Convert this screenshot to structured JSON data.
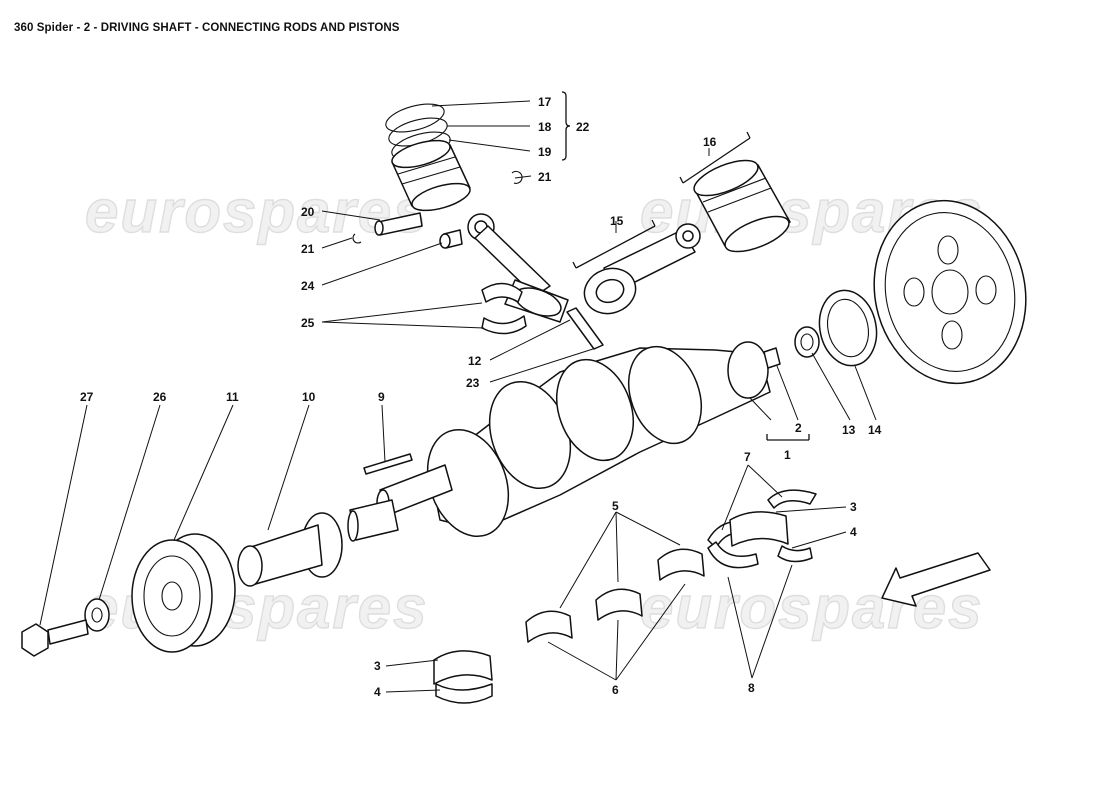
{
  "title": "360 Spider - 2 - DRIVING SHAFT - CONNECTING RODS AND PISTONS",
  "watermark": "eurospares",
  "colors": {
    "line": "#111111",
    "watermark": "#dedede",
    "background": "#ffffff"
  },
  "icons": {
    "direction_arrow": "arrow-down-left-icon"
  },
  "callouts": {
    "c1": "1",
    "c2": "2",
    "c3a": "3",
    "c3b": "3",
    "c4a": "4",
    "c4b": "4",
    "c5": "5",
    "c6": "6",
    "c7": "7",
    "c8": "8",
    "c9": "9",
    "c10": "10",
    "c11": "11",
    "c12": "12",
    "c13": "13",
    "c14": "14",
    "c15": "15",
    "c16": "16",
    "c17": "17",
    "c18": "18",
    "c19": "19",
    "c20": "20",
    "c21a": "21",
    "c21b": "21",
    "c22": "22",
    "c23": "23",
    "c24": "24",
    "c25": "25",
    "c26": "26",
    "c27": "27"
  }
}
